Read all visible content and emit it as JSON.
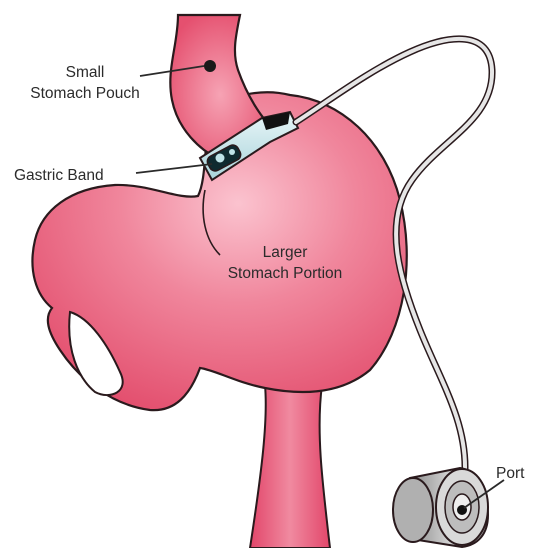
{
  "labels": {
    "small_pouch": [
      "Small",
      "Stomach Pouch"
    ],
    "gastric_band": "Gastric Band",
    "larger_portion": [
      "Larger",
      "Stomach Portion"
    ],
    "port": "Port"
  },
  "colors": {
    "stomach": "#e9647f",
    "stomach_highlight": "#f7a8b8",
    "outline": "#2a1a1d",
    "band": "#c9e6ea",
    "tube": "#d9d9d9",
    "port": "#a8a8a8"
  }
}
